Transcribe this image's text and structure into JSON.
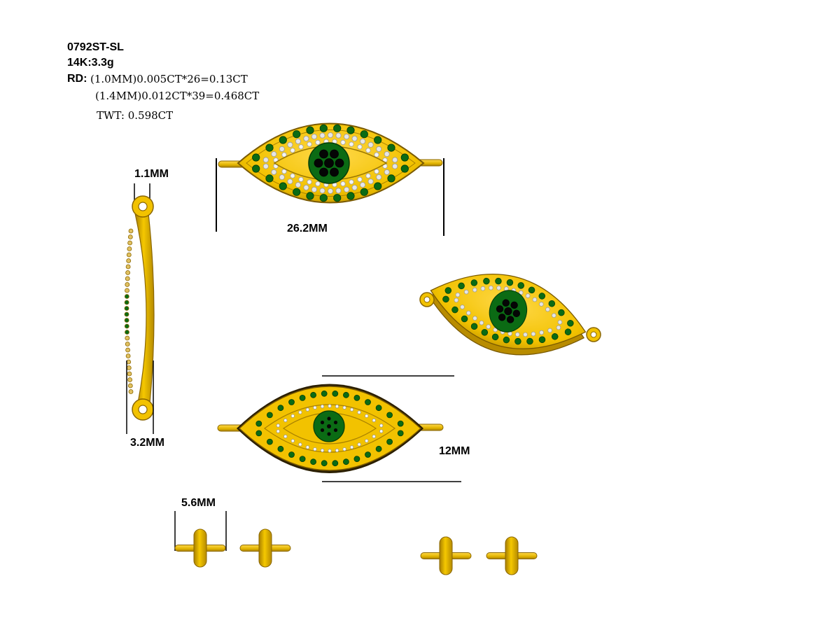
{
  "specs": {
    "model": "0792ST-SL",
    "metal": "14K:3.3g",
    "rd_label": "RD:",
    "rd_line1": "(1.0MM)0.005CT*26=0.13CT",
    "rd_line2": "(1.4MM)0.012CT*39=0.468CT",
    "twt": "TWT: 0.598CT"
  },
  "dimensions": {
    "width": "26.2MM",
    "thickness": "1.1MM",
    "side_height": "3.2MM",
    "height": "12MM",
    "connector": "5.6MM"
  },
  "colors": {
    "gold": "#f2c200",
    "gold_dark": "#c79a00",
    "gold_outline": "#7a5a00",
    "emerald": "#0b6b14",
    "onyx": "#050505",
    "diamond": "#e6e6e6",
    "line": "#000000"
  }
}
